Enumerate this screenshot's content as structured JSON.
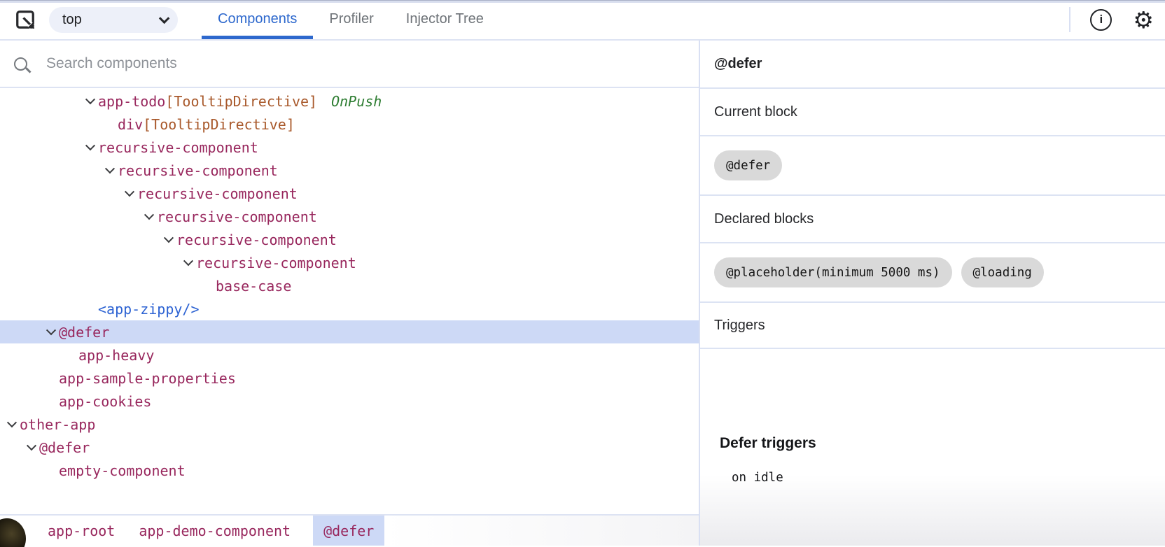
{
  "topbar": {
    "frame_dropdown": {
      "value": "top"
    },
    "tabs": [
      {
        "label": "Components",
        "active": true
      },
      {
        "label": "Profiler",
        "active": false
      },
      {
        "label": "Injector Tree",
        "active": false
      }
    ]
  },
  "left_panel": {
    "search": {
      "placeholder": "Search components"
    },
    "tree": [
      {
        "name": "app-todo",
        "directive": "[TooltipDirective]",
        "badge": "OnPush",
        "depth": 4,
        "expandable": true,
        "kind": "component"
      },
      {
        "name": "div",
        "directive": "[TooltipDirective]",
        "depth": 5,
        "expandable": false,
        "kind": "component"
      },
      {
        "name": "recursive-component",
        "depth": 4,
        "expandable": true,
        "kind": "component"
      },
      {
        "name": "recursive-component",
        "depth": 5,
        "expandable": true,
        "kind": "component"
      },
      {
        "name": "recursive-component",
        "depth": 6,
        "expandable": true,
        "kind": "component"
      },
      {
        "name": "recursive-component",
        "depth": 7,
        "expandable": true,
        "kind": "component"
      },
      {
        "name": "recursive-component",
        "depth": 8,
        "expandable": true,
        "kind": "component"
      },
      {
        "name": "recursive-component",
        "depth": 9,
        "expandable": true,
        "kind": "component"
      },
      {
        "name": "base-case",
        "depth": 10,
        "expandable": false,
        "kind": "component"
      },
      {
        "name": "<app-zippy/>",
        "depth": 4,
        "expandable": false,
        "kind": "element-tag"
      },
      {
        "name": "@defer",
        "depth": 2,
        "expandable": true,
        "kind": "defer",
        "selected": true
      },
      {
        "name": "app-heavy",
        "depth": 3,
        "expandable": false,
        "kind": "component"
      },
      {
        "name": "app-sample-properties",
        "depth": 2,
        "expandable": false,
        "kind": "component"
      },
      {
        "name": "app-cookies",
        "depth": 2,
        "expandable": false,
        "kind": "component"
      },
      {
        "name": "other-app",
        "depth": 0,
        "expandable": true,
        "kind": "component"
      },
      {
        "name": "@defer",
        "depth": 1,
        "expandable": true,
        "kind": "defer"
      },
      {
        "name": "empty-component",
        "depth": 2,
        "expandable": false,
        "kind": "component"
      }
    ],
    "breadcrumb": [
      {
        "label": "app-root",
        "selected": false
      },
      {
        "label": "app-demo-component",
        "selected": false
      },
      {
        "label": "@defer",
        "selected": true
      }
    ]
  },
  "details_panel": {
    "title": "@defer",
    "current_block": {
      "label": "Current block",
      "chips": [
        "@defer"
      ]
    },
    "declared_blocks": {
      "label": "Declared blocks",
      "chips": [
        "@placeholder(minimum 5000 ms)",
        "@loading"
      ]
    },
    "triggers": {
      "label": "Triggers"
    },
    "defer_triggers": {
      "heading": "Defer triggers",
      "items": [
        "on idle"
      ]
    }
  },
  "colors": {
    "component_name": "#98275d",
    "directive_text": "#a8582a",
    "on_push_badge": "#2e7d32",
    "element_tag": "#2d63d3",
    "selected_row_bg": "#cdd9f6",
    "active_tab": "#2d68cd",
    "chip_bg": "#d9d9d9",
    "panel_divider": "#dce3f3"
  }
}
